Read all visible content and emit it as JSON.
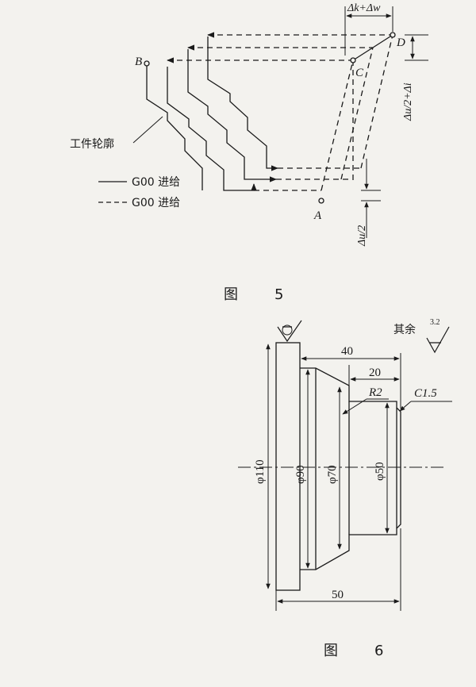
{
  "figure5": {
    "caption": "图　5",
    "label_B": "B",
    "label_C": "C",
    "label_D": "D",
    "label_A": "A",
    "label_dk_dw": "Δk+Δw",
    "label_du2_di": "Δu/2+Δi",
    "label_du2": "Δu/2",
    "label_workpiece": "工件轮廓",
    "legend_solid": "G00 进给",
    "legend_dashed": "G00 进给"
  },
  "figure6": {
    "caption": "图　6",
    "roughness_prefix": "其余",
    "roughness_value": "3.2",
    "dim_40": "40",
    "dim_20": "20",
    "dim_50": "50",
    "dim_R2": "R2",
    "dim_C15": "C1.5",
    "dia_110": "φ110",
    "dia_90": "φ90",
    "dia_70": "φ70",
    "dia_50": "φ50"
  }
}
